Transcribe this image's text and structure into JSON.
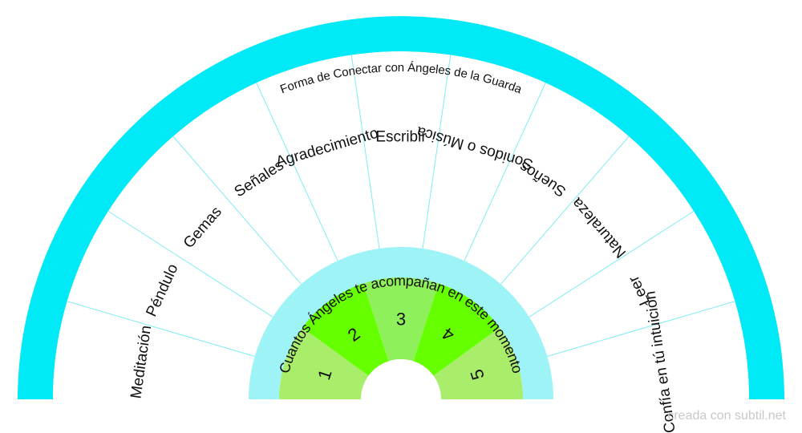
{
  "title": "Forma de Conectar con Ángeles de la Guarda",
  "inner_title": "Cuantos Ángeles te acompañan en este momento",
  "credit": "creada con subtil.net",
  "colors": {
    "outer_band": "#00e9f6",
    "inner_band": "#9ef3f6",
    "divider": "#7fecf6",
    "number_light": "#a9ee6a",
    "number_bright": "#66ff00",
    "number_mid": "#8ef05a"
  },
  "chart_data": {
    "type": "table",
    "sectors": [
      "Meditación",
      "Péndulo",
      "Gemas",
      "Señales",
      "Agradecimiento",
      "Escribir",
      "Sonidos o Música",
      "Sueños",
      "Naturaleza",
      "Leer",
      "Confía en tú intuición"
    ],
    "numbers": [
      "1",
      "2",
      "3",
      "4",
      "5"
    ]
  }
}
